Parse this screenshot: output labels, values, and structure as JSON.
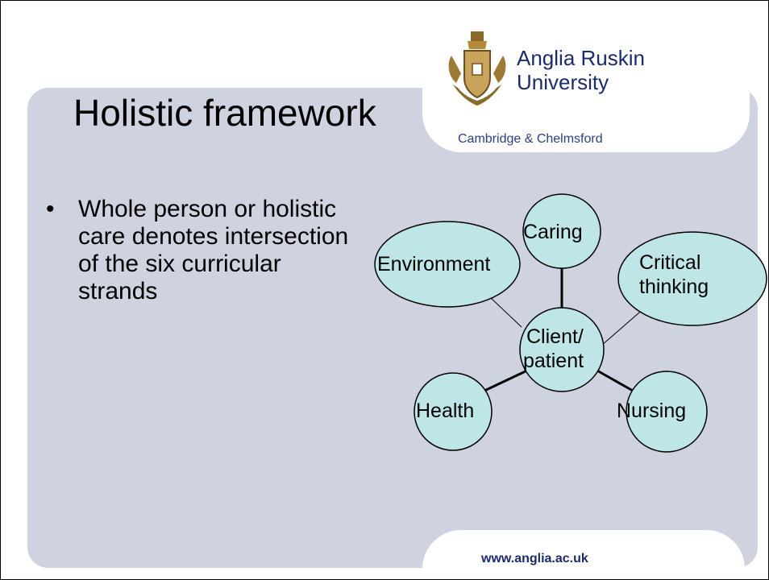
{
  "slide": {
    "title": "Holistic framework",
    "bullets": [
      "Whole person or holistic care denotes intersection of the six curricular strands"
    ]
  },
  "branding": {
    "university_line1": "Anglia Ruskin",
    "university_line2": "University",
    "campus": "Cambridge & Chelmsford",
    "url": "www.anglia.ac.uk",
    "logo_icon": "coat-of-arms-icon"
  },
  "diagram": {
    "center": {
      "label_line1": "Client/",
      "label_line2": "patient"
    },
    "strands": [
      {
        "id": "caring",
        "label_line1": "Caring",
        "label_line2": ""
      },
      {
        "id": "environment",
        "label_line1": "Environment",
        "label_line2": ""
      },
      {
        "id": "critical-thinking",
        "label_line1": "Critical",
        "label_line2": "thinking"
      },
      {
        "id": "health",
        "label_line1": "Health",
        "label_line2": ""
      },
      {
        "id": "nursing",
        "label_line1": "Nursing",
        "label_line2": ""
      }
    ],
    "node_fill": "#bfe6e6",
    "text_color": "#1a2b6d"
  }
}
